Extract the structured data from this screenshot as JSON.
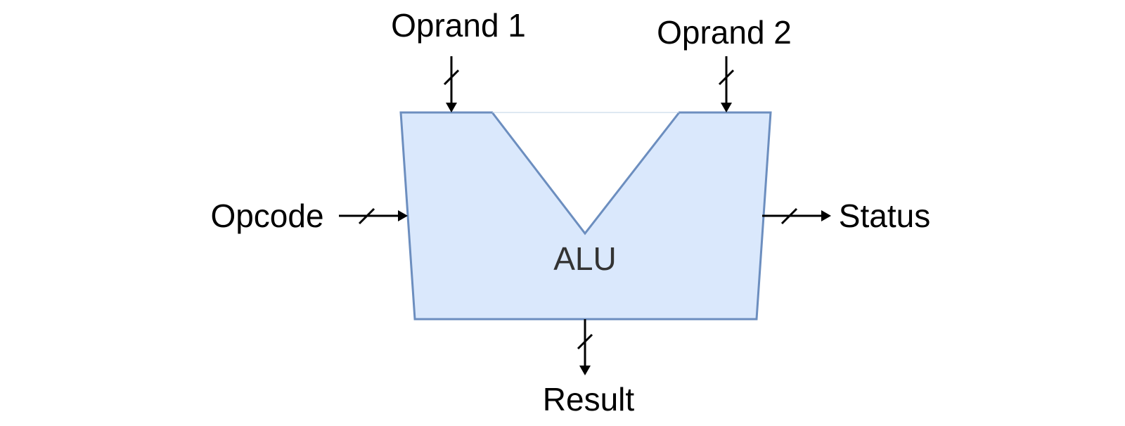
{
  "diagram": {
    "block": {
      "label": "ALU",
      "fill": "#dae8fc",
      "stroke": "#6c8ebf"
    },
    "inputs": {
      "operand1": "Oprand 1",
      "operand2": "Oprand 2",
      "opcode": "Opcode"
    },
    "outputs": {
      "status": "Status",
      "result": "Result"
    },
    "colors": {
      "wire": "#000000",
      "label": "#000000",
      "block_label": "#333333"
    }
  }
}
